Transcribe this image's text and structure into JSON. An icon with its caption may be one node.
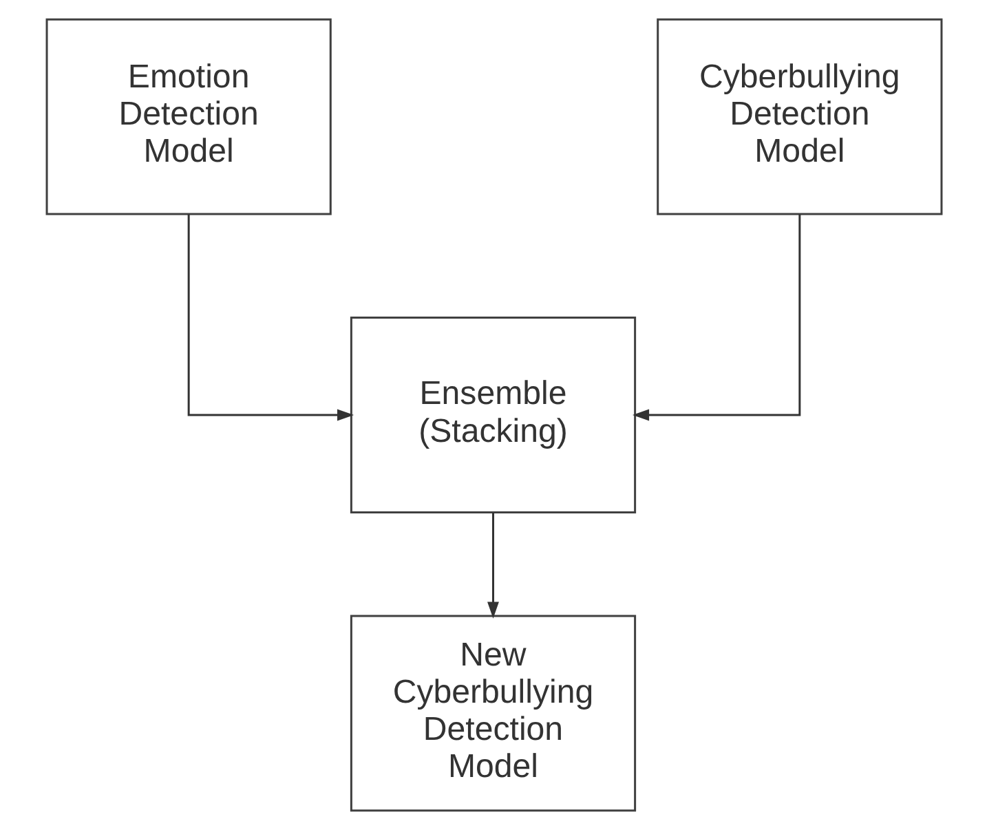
{
  "diagram": {
    "nodes": [
      {
        "text": [
          "Emotion Detection Model"
        ]
      },
      {
        "text": [
          "Cyberbullying Detection Model"
        ]
      },
      {
        "text": [
          "Ensemble (Stacking)"
        ]
      },
      {
        "text": [
          "New Cyberbullying Detection Model"
        ]
      }
    ],
    "edges": [
      {
        "from": 0,
        "to": 2,
        "arrow": "to"
      },
      {
        "from": 1,
        "to": 2,
        "arrow": "to"
      },
      {
        "from": 2,
        "to": 3,
        "arrow": "to"
      }
    ]
  }
}
